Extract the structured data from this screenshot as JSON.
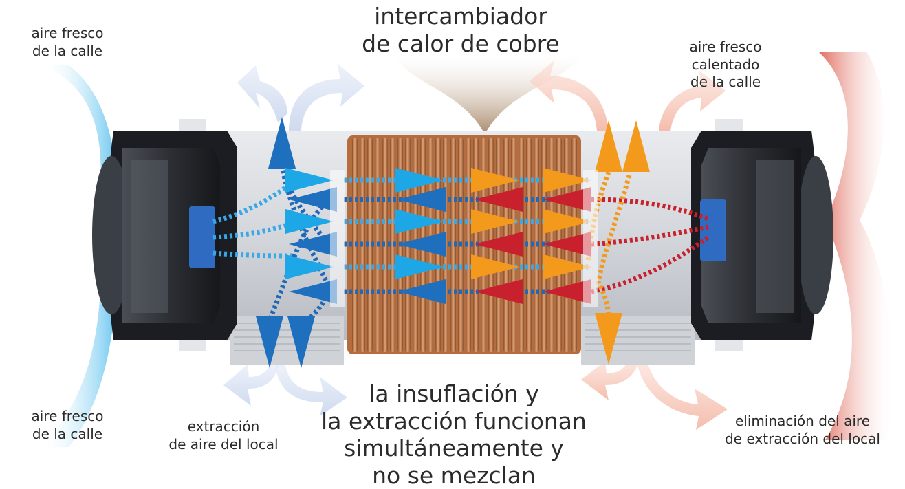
{
  "labels": {
    "fresh_top_left": [
      "aire fresco",
      "de la calle"
    ],
    "heat_exchanger": [
      "intercambiador",
      "de calor de cobre"
    ],
    "warmed_fresh": [
      "aire fresco",
      "calentado",
      "de la calle"
    ],
    "fresh_bottom_left": [
      "aire fresco",
      "de la calle"
    ],
    "room_extraction": [
      "extracción",
      "de aire del local"
    ],
    "simultaneous": [
      "la insuflación y",
      "la extracción funcionan",
      "simultáneamente y",
      "no se mezclan"
    ],
    "exhaust_removal": [
      "eliminación del aire",
      "de extracción del local"
    ]
  },
  "colors": {
    "fresh_light": "#8fd3f2",
    "cold_blue": "#1f6fbf",
    "cyan": "#1ea7e6",
    "orange": "#f39a1c",
    "red": "#c8202c",
    "warm_light": "#e27a6c",
    "copper": "#c98350",
    "pale_blue": "#c9d6ee",
    "pale_pink": "#f6c8bb",
    "exchanger_cone": "#b59877"
  },
  "icons": [
    "left-fan-icon",
    "right-fan-icon",
    "heat-exchanger-core-icon",
    "flow-arrow-icon"
  ]
}
